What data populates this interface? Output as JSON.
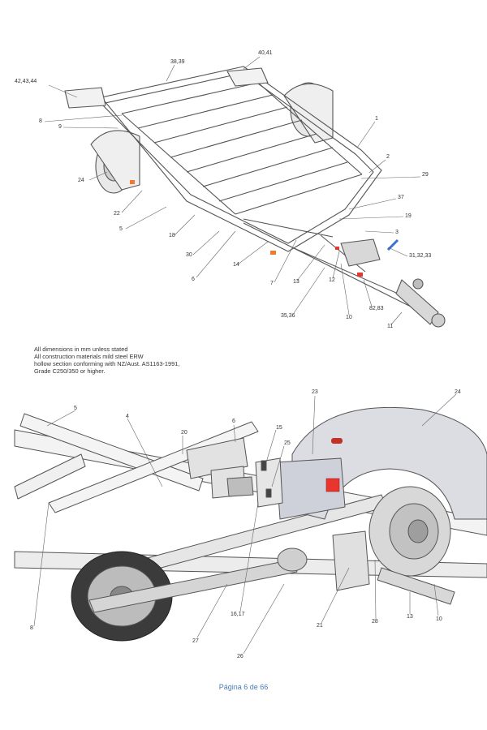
{
  "top_callouts": {
    "c1": "42,43,44",
    "c2": "38,39",
    "c3": "40,41",
    "c4": "8",
    "c5": "9",
    "c6": "1",
    "c7": "2",
    "c8": "29",
    "c9": "24",
    "c10": "37",
    "c11": "19",
    "c12": "3",
    "c13": "22",
    "c14": "5",
    "c15": "18",
    "c16": "31,32,33",
    "c17": "30",
    "c18": "14",
    "c19": "6",
    "c20": "7",
    "c21": "13",
    "c22": "12",
    "c23": "82,83",
    "c24": "35,36",
    "c25": "10",
    "c26": "11"
  },
  "notes": [
    "All dimensions in mm unless stated",
    "All construction materials mild steel ERW",
    "hollow section conforming with NZ/Aust. AS1163-1991,",
    "Grade C250/350 or higher."
  ],
  "bottom_callouts": {
    "d1": "5",
    "d2": "4",
    "d3": "20",
    "d4": "6",
    "d5": "15",
    "d6": "25",
    "d7": "23",
    "d8": "24",
    "d9": "8",
    "d10": "16,17",
    "d11": "27",
    "d12": "26",
    "d13": "21",
    "d14": "28",
    "d15": "13",
    "d16": "10"
  },
  "footer": "Página 6 de 66",
  "colors": {
    "reflector_red": "#e8362e",
    "reflector_orange": "#f07a30",
    "handle_blue": "#3a6fd0",
    "footer_blue": "#4a7ab5"
  }
}
